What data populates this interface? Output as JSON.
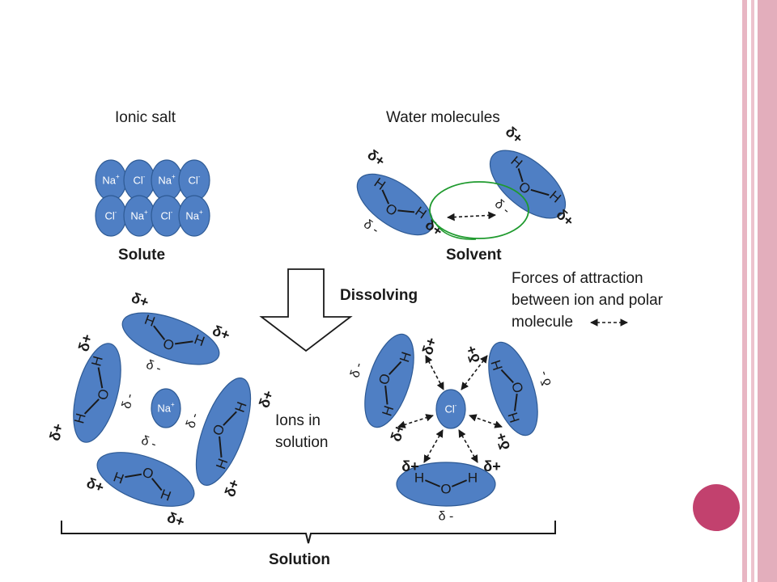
{
  "labels": {
    "ionic_salt": "Ionic salt",
    "water_molecules": "Water molecules",
    "solute": "Solute",
    "solvent": "Solvent",
    "dissolving": "Dissolving",
    "forces_note": "Forces of attraction between ion and polar molecule",
    "ions_in_solution": "Ions in solution",
    "solution": "Solution"
  },
  "chem": {
    "delta_plus": "δ+",
    "delta_minus": "δ -",
    "H": "H",
    "O": "O",
    "na_ion": "Na+",
    "cl_ion": "Cl-"
  },
  "lattice": [
    "Na+",
    "Cl-",
    "Na+",
    "Cl-",
    "Cl-",
    "Na+",
    "Cl-",
    "Na+"
  ],
  "colors": {
    "molecule_fill": "#4F7FC4",
    "molecule_stroke": "#2E5A94",
    "highlight_circle": "#1F9A2E",
    "accent_dot": "#C2416E",
    "side_bar": "#E8B6C3"
  }
}
